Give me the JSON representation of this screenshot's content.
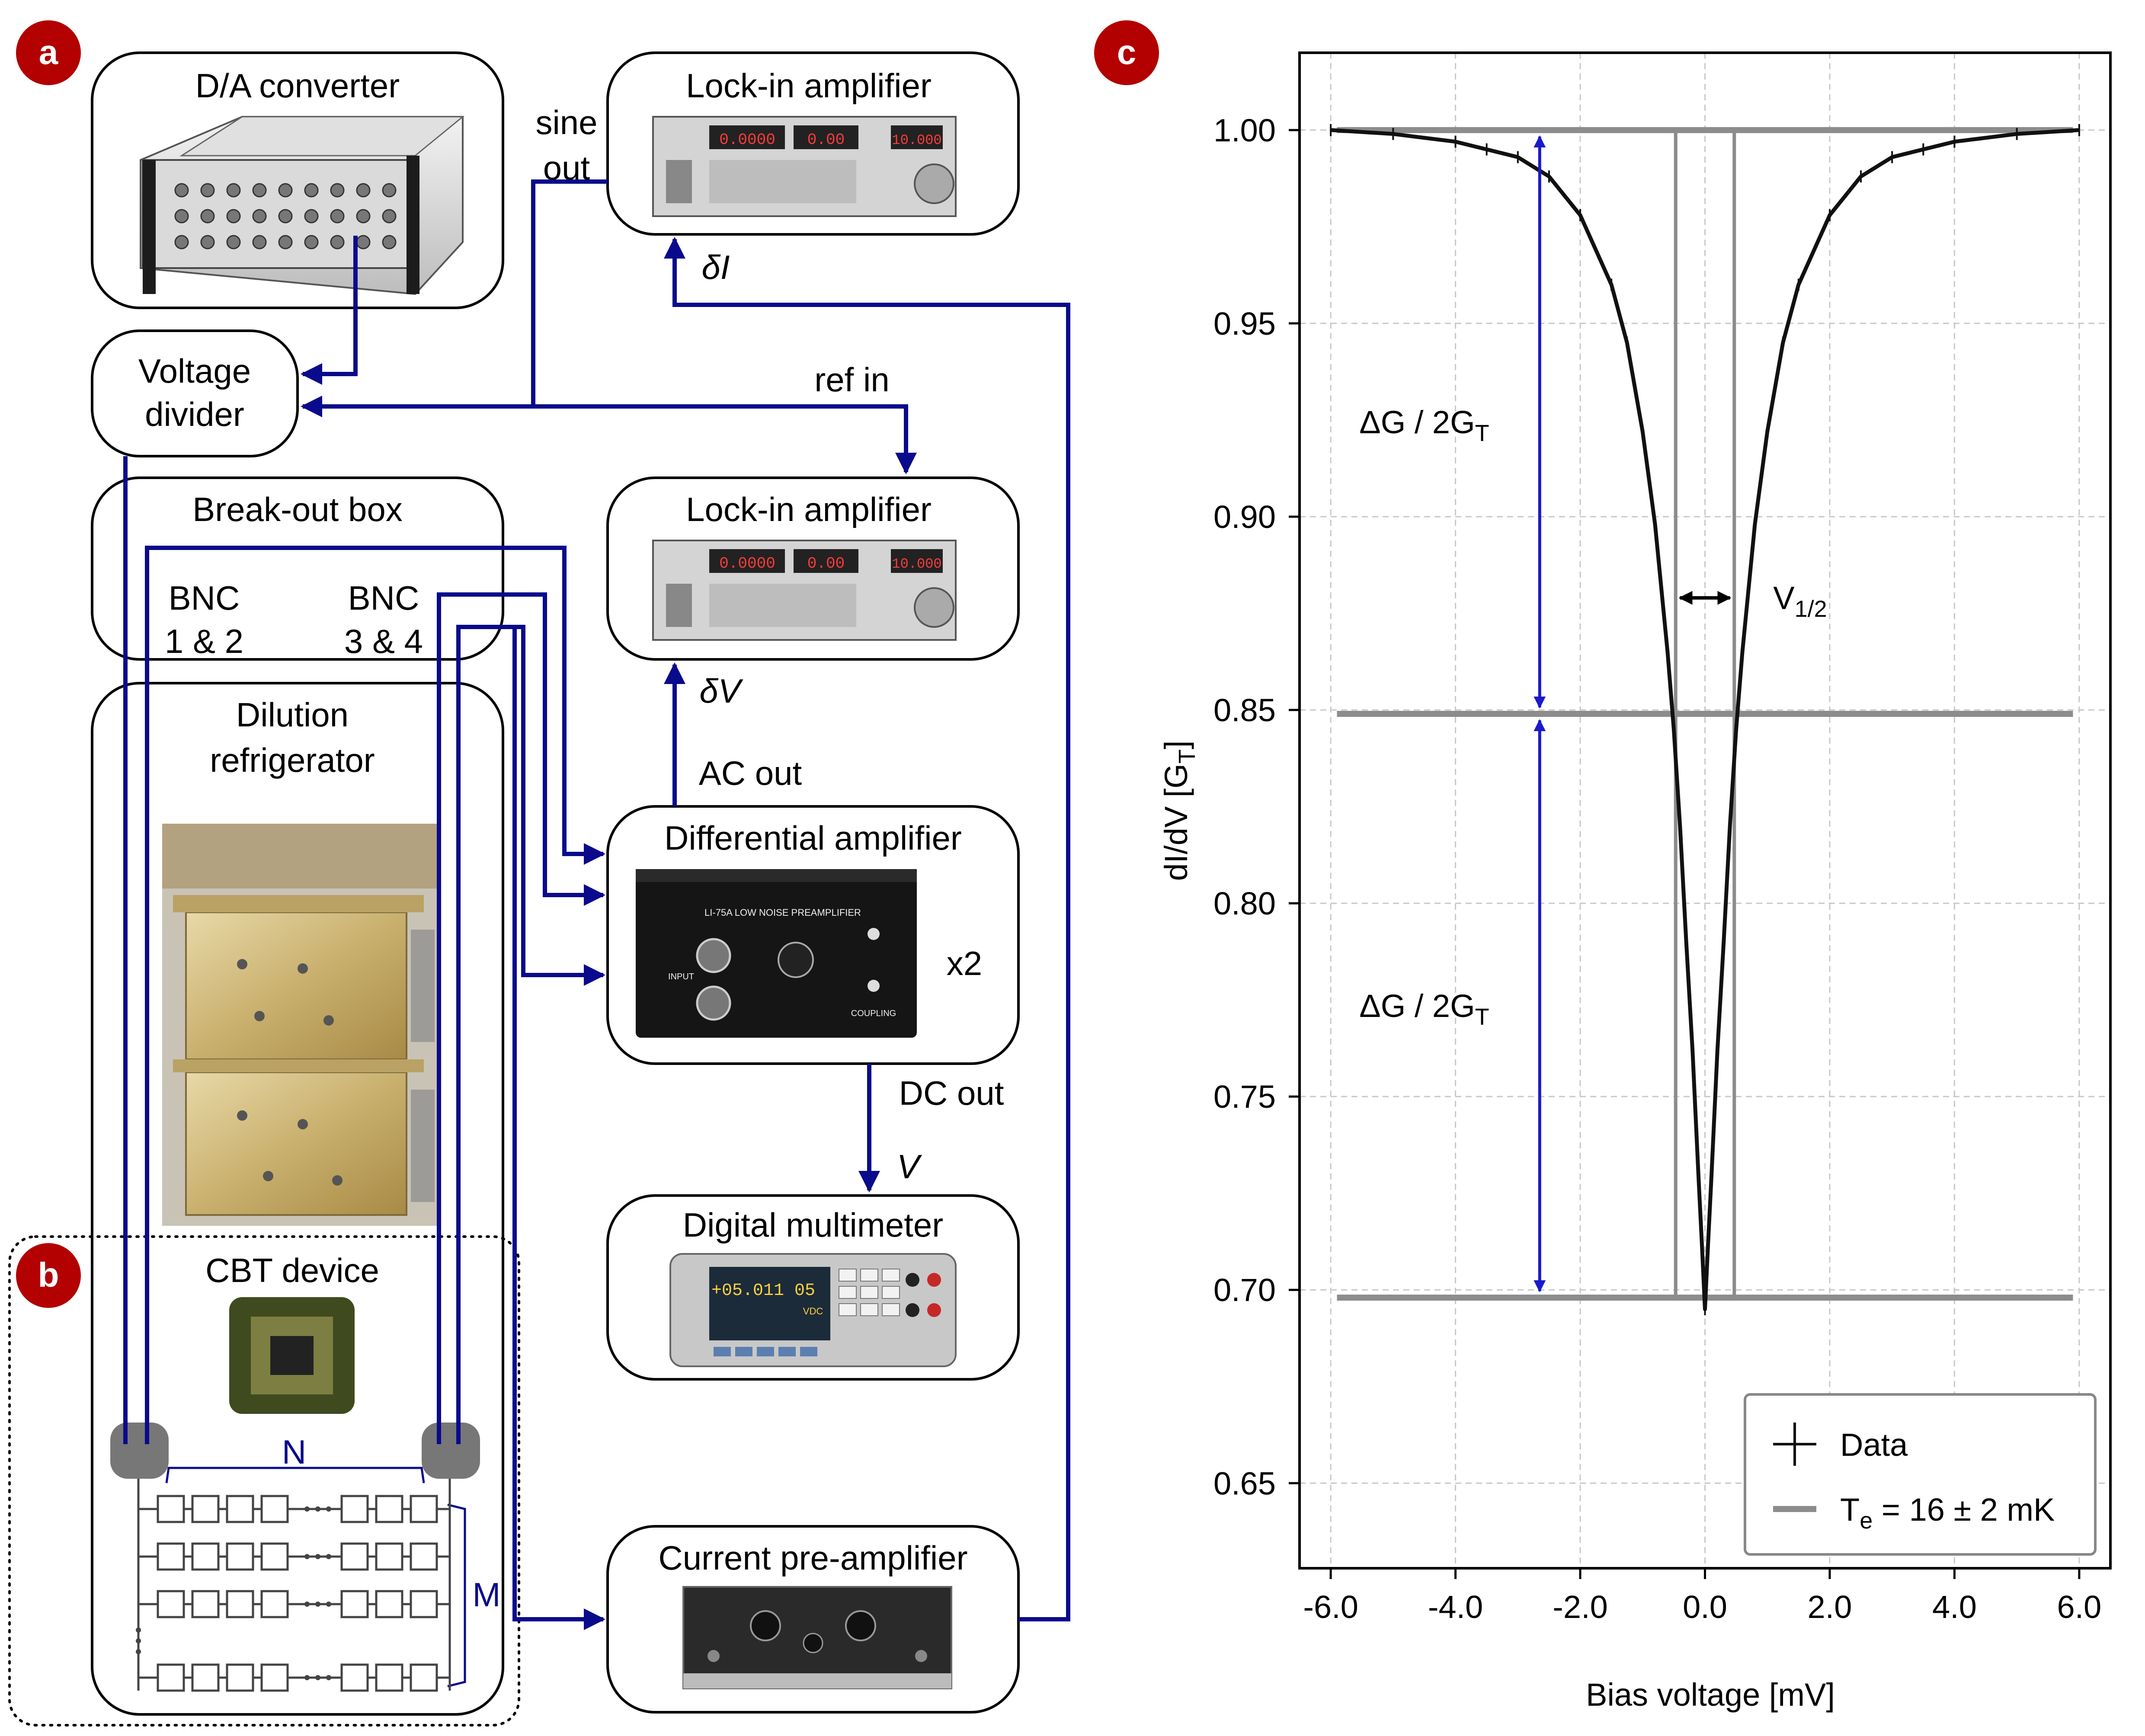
{
  "panel_labels": {
    "a": "a",
    "b": "b",
    "c": "c"
  },
  "boxes": {
    "da_converter": "D/A converter",
    "voltage_divider_line1": "Voltage",
    "voltage_divider_line2": "divider",
    "breakout_box": "Break-out box",
    "bnc_a_line1": "BNC",
    "bnc_a_line2": "1 & 2",
    "bnc_b_line1": "BNC",
    "bnc_b_line2": "3 & 4",
    "dilution_line1": "Dilution",
    "dilution_line2": "refrigerator",
    "cbt_device": "CBT device",
    "lockin_1": "Lock-in amplifier",
    "lockin_2": "Lock-in amplifier",
    "diff_amp": "Differential amplifier",
    "multimeter": "Digital multimeter",
    "current_preamp": "Current pre-amplifier"
  },
  "signals": {
    "sine_line1": "sine",
    "sine_line2": "out",
    "ref_in": "ref in",
    "delta_i": "δI",
    "delta_v": "δV",
    "ac_out": "AC out",
    "dc_out": "DC out",
    "v": "V",
    "x2": "x2",
    "n": "N",
    "m": "M"
  },
  "device_text": {
    "lockin_display": [
      "0.0000",
      "0.00",
      "10.000"
    ],
    "preamp_brand": "LI-75A LOW NOISE PREAMPLIFIER",
    "preamp_input": "INPUT",
    "preamp_coupling": "COUPLING",
    "multimeter_display": "+05.011 05",
    "multimeter_unit": "VDC"
  },
  "colors": {
    "wire": "#0a0a8c",
    "badge": "#b30000",
    "annotation_blue": "#1a1acc",
    "data": "#111111",
    "fit": "#8c8c8c"
  },
  "chart_data": {
    "type": "line",
    "xlabel": "Bias voltage [mV]",
    "ylabel": "dI/dV [G",
    "ylabel_sub": "T",
    "ylabel_end": "]",
    "xlim": [
      -6.5,
      6.5
    ],
    "ylim": [
      0.628,
      1.02
    ],
    "x_ticks": [
      -6.0,
      -4.0,
      -2.0,
      0.0,
      2.0,
      4.0,
      6.0
    ],
    "x_tick_labels": [
      "-6.0",
      "-4.0",
      "-2.0",
      "0.0",
      "2.0",
      "4.0",
      "6.0"
    ],
    "y_ticks": [
      0.65,
      0.7,
      0.75,
      0.8,
      0.85,
      0.9,
      0.95,
      1.0
    ],
    "y_tick_labels": [
      "0.65",
      "0.70",
      "0.75",
      "0.80",
      "0.85",
      "0.90",
      "0.95",
      "1.00"
    ],
    "grid": true,
    "legend_position": "bottom-right",
    "series": [
      {
        "name": "Data",
        "x": [
          -6.0,
          -5.0,
          -4.0,
          -3.5,
          -3.0,
          -2.5,
          -2.0,
          -1.5,
          -1.25,
          -1.0,
          -0.8,
          -0.6,
          -0.5,
          -0.4,
          -0.3,
          -0.2,
          -0.1,
          -0.05,
          0.0,
          0.05,
          0.1,
          0.2,
          0.3,
          0.4,
          0.5,
          0.6,
          0.8,
          1.0,
          1.25,
          1.5,
          2.0,
          2.5,
          3.0,
          3.5,
          4.0,
          5.0,
          6.0
        ],
        "y": [
          1.0,
          0.999,
          0.997,
          0.995,
          0.993,
          0.988,
          0.978,
          0.96,
          0.945,
          0.922,
          0.898,
          0.865,
          0.845,
          0.82,
          0.79,
          0.762,
          0.728,
          0.712,
          0.695,
          0.712,
          0.728,
          0.762,
          0.79,
          0.82,
          0.845,
          0.865,
          0.898,
          0.922,
          0.945,
          0.96,
          0.978,
          0.988,
          0.993,
          0.995,
          0.997,
          0.999,
          1.0
        ]
      },
      {
        "name": "Tₑ = 16 ± 2 mK",
        "kind": "reference-lines",
        "hlines": [
          1.0,
          0.849,
          0.698
        ],
        "vlines": [
          -0.47,
          0.47
        ],
        "hline_xrange": [
          -5.9,
          5.9
        ]
      }
    ],
    "annotations": {
      "delta_g_label": "ΔG / 2G",
      "delta_g_sub": "T",
      "delta_g_arrow_x": -2.65,
      "v_half_label": "V",
      "v_half_sub": "1/2",
      "v_half_arrow_y": 0.879,
      "v_half_arrow_x": [
        -0.47,
        0.47
      ]
    },
    "legend": {
      "data_label": "Data",
      "fit_label_pre": "T",
      "fit_label_sub": "e",
      "fit_label_post": " = 16 ± 2 mK"
    }
  }
}
